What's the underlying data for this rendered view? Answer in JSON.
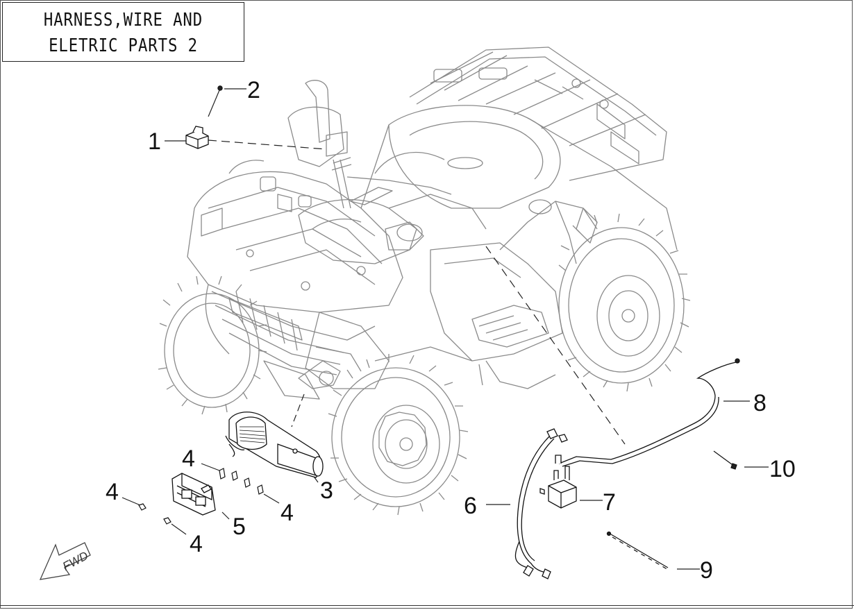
{
  "title": {
    "line1": "HARNESS,WIRE AND",
    "line2": "ELETRIC PARTS 2"
  },
  "callouts": {
    "c1": "1",
    "c2": "2",
    "c3": "3",
    "c4a": "4",
    "c4b": "4",
    "c4c": "4",
    "c4d": "4",
    "c5": "5",
    "c6": "6",
    "c7": "7",
    "c8": "8",
    "c9": "9",
    "c10": "10"
  },
  "fwd_label": "FWD"
}
